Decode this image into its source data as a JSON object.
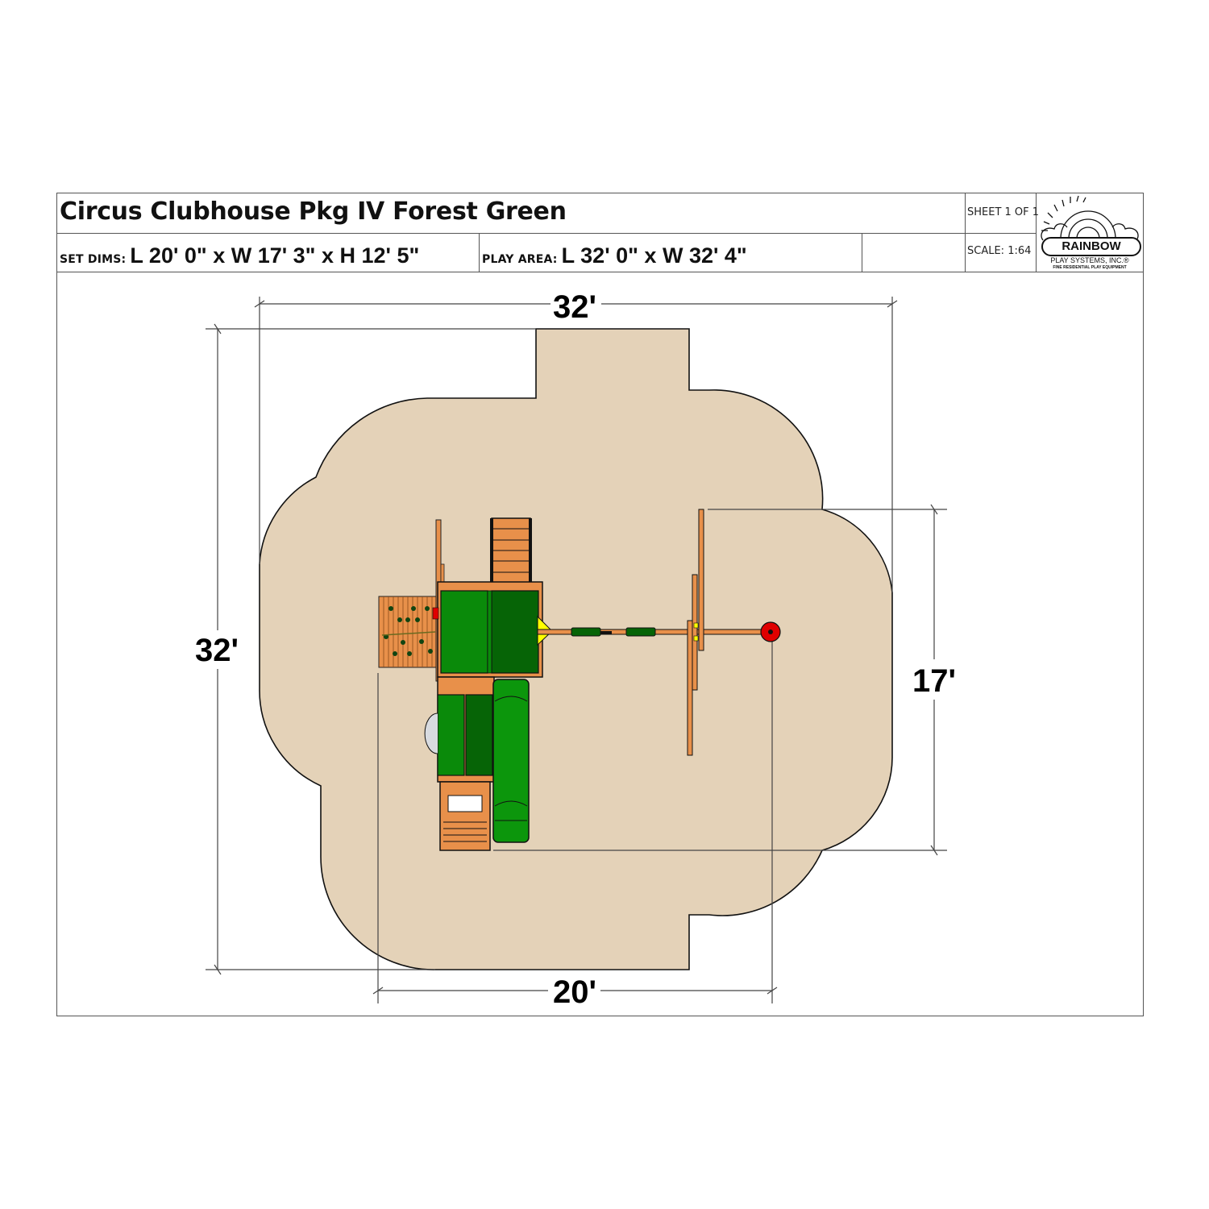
{
  "title_block": {
    "title": "Circus Clubhouse Pkg IV Forest Green",
    "set_dims_label": "SET DIMS:",
    "set_dims_value": "L 20' 0\" x W 17' 3\" x H 12' 5\"",
    "play_area_label": "PLAY AREA:",
    "play_area_value": "L 32' 0\" x W 32' 4\"",
    "sheet": "SHEET 1 OF 1",
    "scale": "SCALE: 1:64",
    "logo": {
      "brand": "RAINBOW",
      "company": "PLAY SYSTEMS, INC.®",
      "tagline": "FINE RESIDENTIAL PLAY EQUIPMENT"
    }
  },
  "dimensions": {
    "play_area_width": "32'",
    "play_area_length": "32'",
    "set_width": "17'",
    "set_length": "20'"
  },
  "colors": {
    "play_area_fill": "#e4d2b8",
    "wood": "#e8904a",
    "green_light": "#0a8a0a",
    "green_dark": "#066406",
    "slide_green": "#0c960c",
    "yellow": "#ffff00",
    "red": "#e00000",
    "line": "#333333"
  },
  "components": [
    "rock-wall",
    "clubhouse-upper-deck",
    "ramp-ladder",
    "lower-deck",
    "tube-slide",
    "periscope-bubble",
    "bottom-ladder",
    "swing-beam",
    "a-frame-swing-legs",
    "tire-swivel"
  ]
}
